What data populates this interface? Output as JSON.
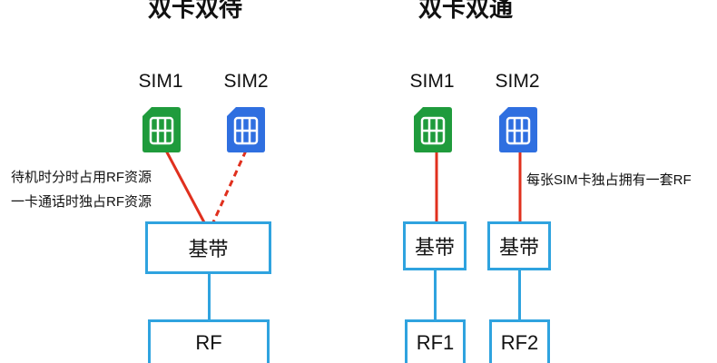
{
  "left_panel": {
    "title": "双卡双待",
    "sim1_label": "SIM1",
    "sim2_label": "SIM2",
    "note_line1": "待机时分时占用RF资源",
    "note_line2": "一卡通话时独占RF资源",
    "baseband_label": "基带",
    "rf_label": "RF"
  },
  "right_panel": {
    "title": "双卡双通",
    "sim1_label": "SIM1",
    "sim2_label": "SIM2",
    "note": "每张SIM卡独占拥有一套RF",
    "baseband1_label": "基带",
    "baseband2_label": "基带",
    "rf1_label": "RF1",
    "rf2_label": "RF2"
  },
  "colors": {
    "sim1_green": "#1f9b3c",
    "sim2_blue": "#2f6fe0",
    "box_border": "#2fa3df",
    "link_red": "#e0301e"
  },
  "icons": {
    "sim1": "sim-card-icon-green",
    "sim2": "sim-card-icon-blue"
  }
}
